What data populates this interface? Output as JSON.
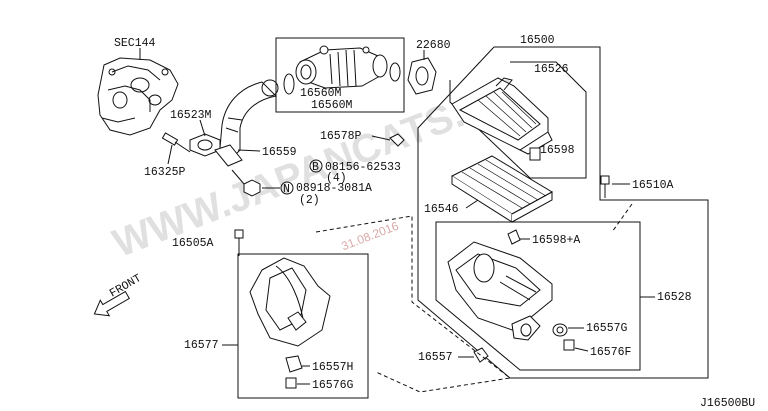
{
  "labels": {
    "sec144": "SEC144",
    "p16523m": "16523M",
    "p16325p": "16325P",
    "p16559": "16559",
    "p16560m_a": "16560M",
    "p16560m_b": "16560M",
    "p22680": "22680",
    "p16578p": "16578P",
    "p08156": "08156-62533",
    "p08156_qty": "(4)",
    "p08918": "08918-3081A",
    "p08918_qty": "(2)",
    "p16500": "16500",
    "p16526": "16526",
    "p16598": "16598",
    "p16510a": "16510A",
    "p16546": "16546",
    "p16598a": "16598+A",
    "p16528": "16528",
    "p16557g": "16557G",
    "p16576f": "16576F",
    "p16557": "16557",
    "p16505a": "16505A",
    "p16577": "16577",
    "p16557h": "16557H",
    "p16576g": "16576G",
    "front": "FRONT",
    "diagram_id": "J16500BU",
    "circle_b": "B",
    "circle_n": "N"
  },
  "watermark": {
    "text": "WWW.JAPANCATS.RU",
    "date": "31.08.2016"
  }
}
